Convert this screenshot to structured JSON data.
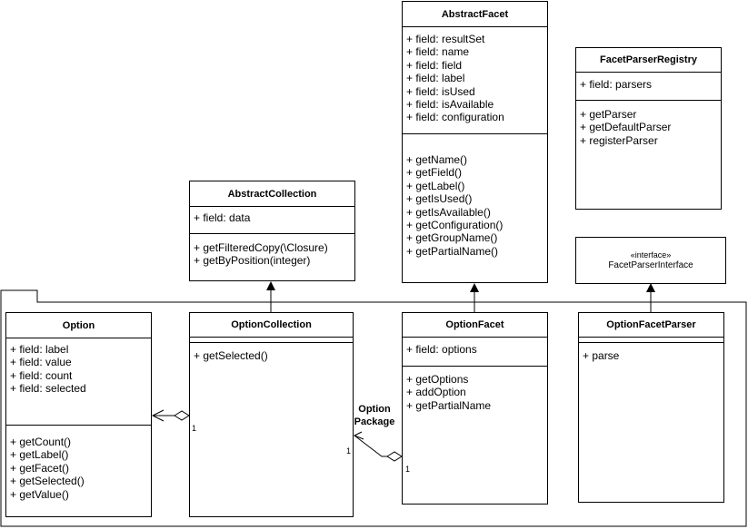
{
  "classes": {
    "abstract_facet": {
      "name": "AbstractFacet",
      "fields": [
        "+ field: resultSet",
        "+ field: name",
        "+ field: field",
        "+ field: label",
        "+ field: isUsed",
        "+ field: isAvailable",
        "+ field: configuration"
      ],
      "methods": [
        "+ getName()",
        "+ getField()",
        "+ getLabel()",
        "+ getIsUsed()",
        "+ getIsAvailable()",
        "+ getConfiguration()",
        "+ getGroupName()",
        "+ getPartialName()"
      ]
    },
    "facet_parser_registry": {
      "name": "FacetParserRegistry",
      "fields": [
        "+ field: parsers"
      ],
      "methods": [
        "+ getParser",
        "+ getDefaultParser",
        "+ registerParser"
      ]
    },
    "abstract_collection": {
      "name": "AbstractCollection",
      "fields": [
        "+ field: data"
      ],
      "methods": [
        "+ getFilteredCopy(\\Closure)",
        "+ getByPosition(integer)"
      ]
    },
    "facet_parser_interface": {
      "stereotype": "«interface»",
      "name": "FacetParserInterface"
    },
    "option": {
      "name": "Option",
      "fields": [
        "+ field: label",
        "+ field: value",
        "+ field: count",
        "+ field: selected"
      ],
      "methods": [
        "+ getCount()",
        "+ getLabel()",
        "+ getFacet()",
        "+ getSelected()",
        "+ getValue()"
      ]
    },
    "option_collection": {
      "name": "OptionCollection",
      "fields": [],
      "methods": [
        "+ getSelected()"
      ]
    },
    "option_facet": {
      "name": "OptionFacet",
      "fields": [
        "+ field: options"
      ],
      "methods": [
        "+ getOptions",
        "+ addOption",
        "+ getPartialName"
      ]
    },
    "option_facet_parser": {
      "name": "OptionFacetParser",
      "fields": [],
      "methods": [
        "+ parse"
      ]
    }
  },
  "package": {
    "name_line1": "Option",
    "name_line2": "Package"
  },
  "multiplicities": {
    "collection_option": "1",
    "facet_collection": "1",
    "facet_end": "1"
  },
  "colors": {
    "line": "#000000",
    "background": "#ffffff"
  }
}
